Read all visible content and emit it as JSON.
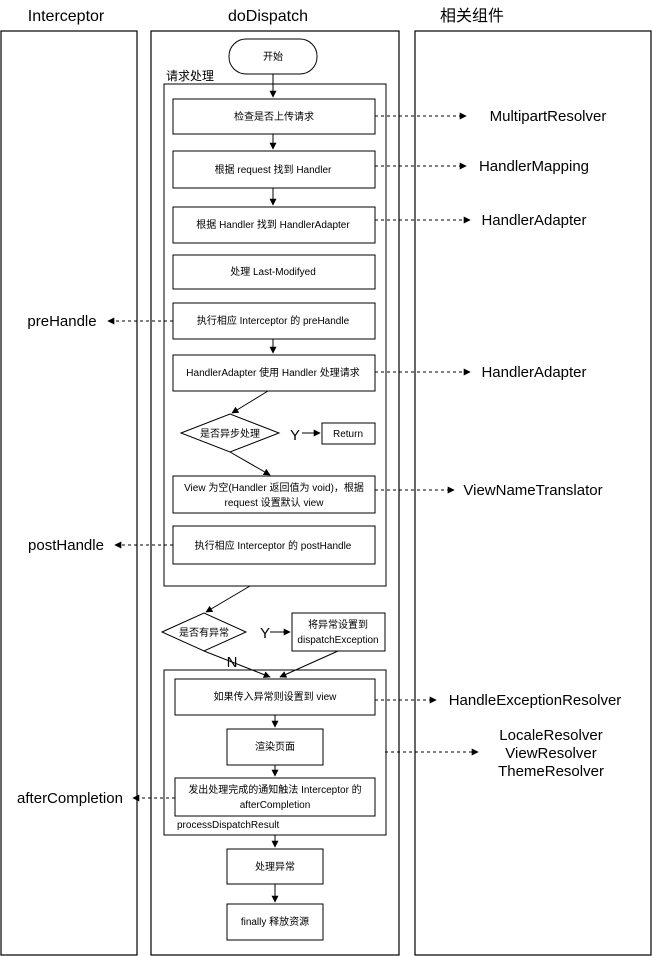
{
  "lanes": {
    "interceptor": "Interceptor",
    "dodispatch": "doDispatch",
    "components": "相关组件"
  },
  "groups": {
    "request_processing": "请求处理",
    "process_dispatch_result": "processDispatchResult"
  },
  "nodes": {
    "start": "开始",
    "check_upload": "检查是否上传请求",
    "find_handler": "根据 request 找到 Handler",
    "find_adapter": "根据 Handler 找到 HandlerAdapter",
    "last_modified": "处理 Last-Modifyed",
    "pre_handle": "执行相应 Interceptor 的 preHandle",
    "adapter_handle": "HandlerAdapter 使用 Handler 处理请求",
    "is_async": "是否异步处理",
    "return": "Return",
    "default_view_line1": "View 为空(Handler 返回值为 void)，根据",
    "default_view_line2": "request 设置默认 view",
    "post_handle": "执行相应 Interceptor 的 postHandle",
    "has_exception": "是否有异常",
    "set_exception_line1": "将异常设置到",
    "set_exception_line2": "dispatchException",
    "exception_to_view": "如果传入异常则设置到 view",
    "render": "渲染页面",
    "completion_line1": "发出处理完成的通知触法 Interceptor 的",
    "completion_line2": "afterCompletion",
    "handle_exception": "处理异常",
    "finally": "finally 释放资源"
  },
  "labels": {
    "yes_async": "Y",
    "yes_exception": "Y",
    "no_exception": "N"
  },
  "interceptor_side": {
    "pre_handle": "preHandle",
    "post_handle": "postHandle",
    "after_completion": "afterCompletion"
  },
  "components_side": {
    "multipart": "MultipartResolver",
    "handler_mapping": "HandlerMapping",
    "handler_adapter_1": "HandlerAdapter",
    "handler_adapter_2": "HandlerAdapter",
    "view_name_translator": "ViewNameTranslator",
    "exception_resolver": "HandleExceptionResolver",
    "locale_resolver": "LocaleResolver",
    "view_resolver": "ViewResolver",
    "theme_resolver": "ThemeResolver"
  }
}
